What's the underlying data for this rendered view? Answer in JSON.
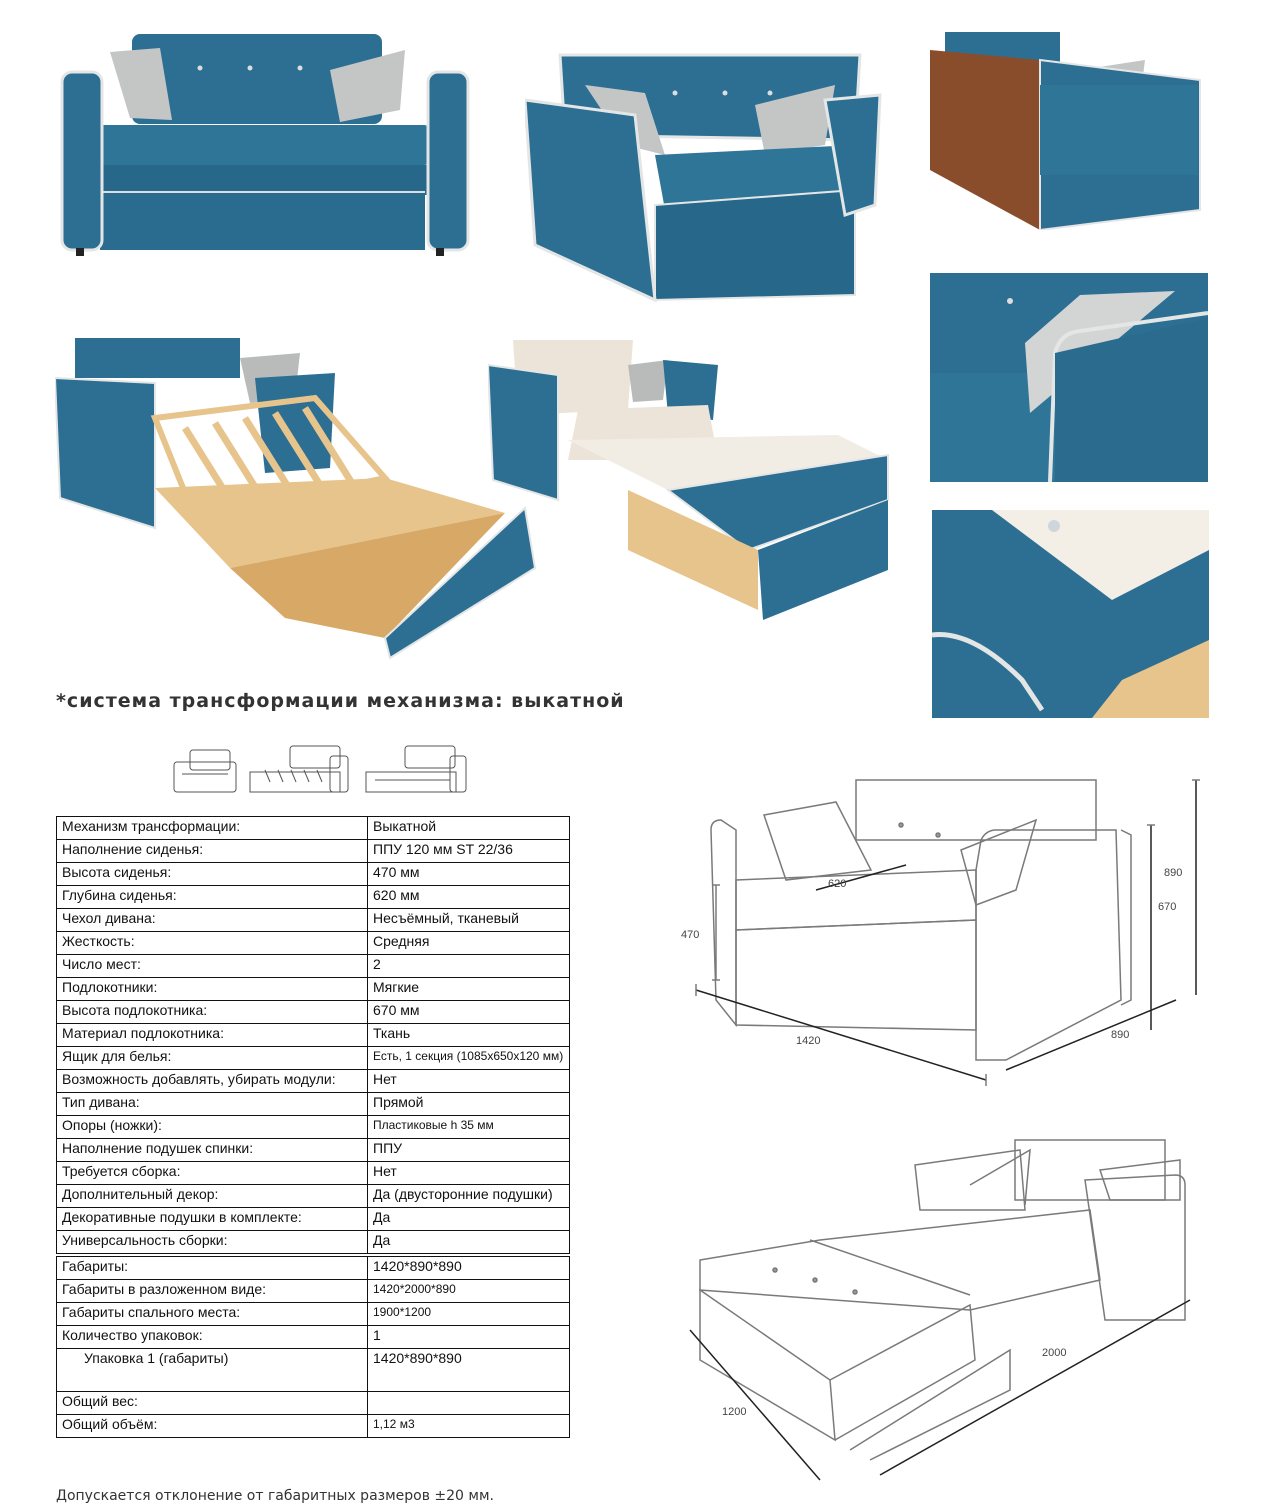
{
  "caption": "*система трансформации механизма: выкатной",
  "specs": [
    {
      "k": "Механизм трансформации:",
      "v": "Выкатной"
    },
    {
      "k": "Наполнение сиденья:",
      "v": "ППУ 120 мм ST 22/36"
    },
    {
      "k": "Высота сиденья:",
      "v": "470 мм"
    },
    {
      "k": "Глубина сиденья:",
      "v": "620 мм"
    },
    {
      "k": "Чехол дивана:",
      "v": "Несъёмный, тканевый"
    },
    {
      "k": "Жесткость:",
      "v": "Средняя"
    },
    {
      "k": "Число мест:",
      "v": "2"
    },
    {
      "k": "Подлокотники:",
      "v": "Мягкие"
    },
    {
      "k": "Высота подлокотника:",
      "v": "670 мм"
    },
    {
      "k": "Материал подлокотника:",
      "v": "Ткань"
    },
    {
      "k": "Ящик для белья:",
      "v": "Есть, 1 секция (1085x650x120 мм)"
    },
    {
      "k": "Возможность добавлять, убирать модули:",
      "v": "Нет"
    },
    {
      "k": "Тип дивана:",
      "v": "Прямой"
    },
    {
      "k": "Опоры (ножки):",
      "v": "Пластиковые h 35 мм"
    },
    {
      "k": "Наполнение подушек спинки:",
      "v": "ППУ"
    },
    {
      "k": "Требуется сборка:",
      "v": "Нет"
    },
    {
      "k": "Дополнительный декор:",
      "v": "Да (двусторонние подушки)"
    },
    {
      "k": "Декоративные подушки в комплекте:",
      "v": "Да"
    },
    {
      "k": "Универсальность сборки:",
      "v": "Да"
    }
  ],
  "dimensions": [
    {
      "k": "Габариты:",
      "v": "1420*890*890"
    },
    {
      "k": "Габариты в разложенном виде:",
      "v": "1420*2000*890"
    },
    {
      "k": "Габариты спального места:",
      "v": "1900*1200"
    },
    {
      "k": "Количество упаковок:",
      "v": "1"
    },
    {
      "k": "Упаковка 1 (габариты)",
      "v": "1420*890*890"
    },
    {
      "k": "Общий вес:",
      "v": ""
    },
    {
      "k": "Общий объём:",
      "v": "1,12 м3"
    }
  ],
  "diagram1": {
    "seat_depth": "620",
    "seat_height": "470",
    "armrest_height": "670",
    "height": "890",
    "width": "1420",
    "depth": "890"
  },
  "diagram2": {
    "length": "2000",
    "width": "1200"
  },
  "footnote": "Допускается отклонение от габаритных размеров ±20 мм.",
  "colors": {
    "fabric": "#2c6f93",
    "fabric_dark": "#1f5676",
    "piping": "#e4e6e6",
    "pillow": "#b9bbbb",
    "wood": "#e8c48d"
  }
}
